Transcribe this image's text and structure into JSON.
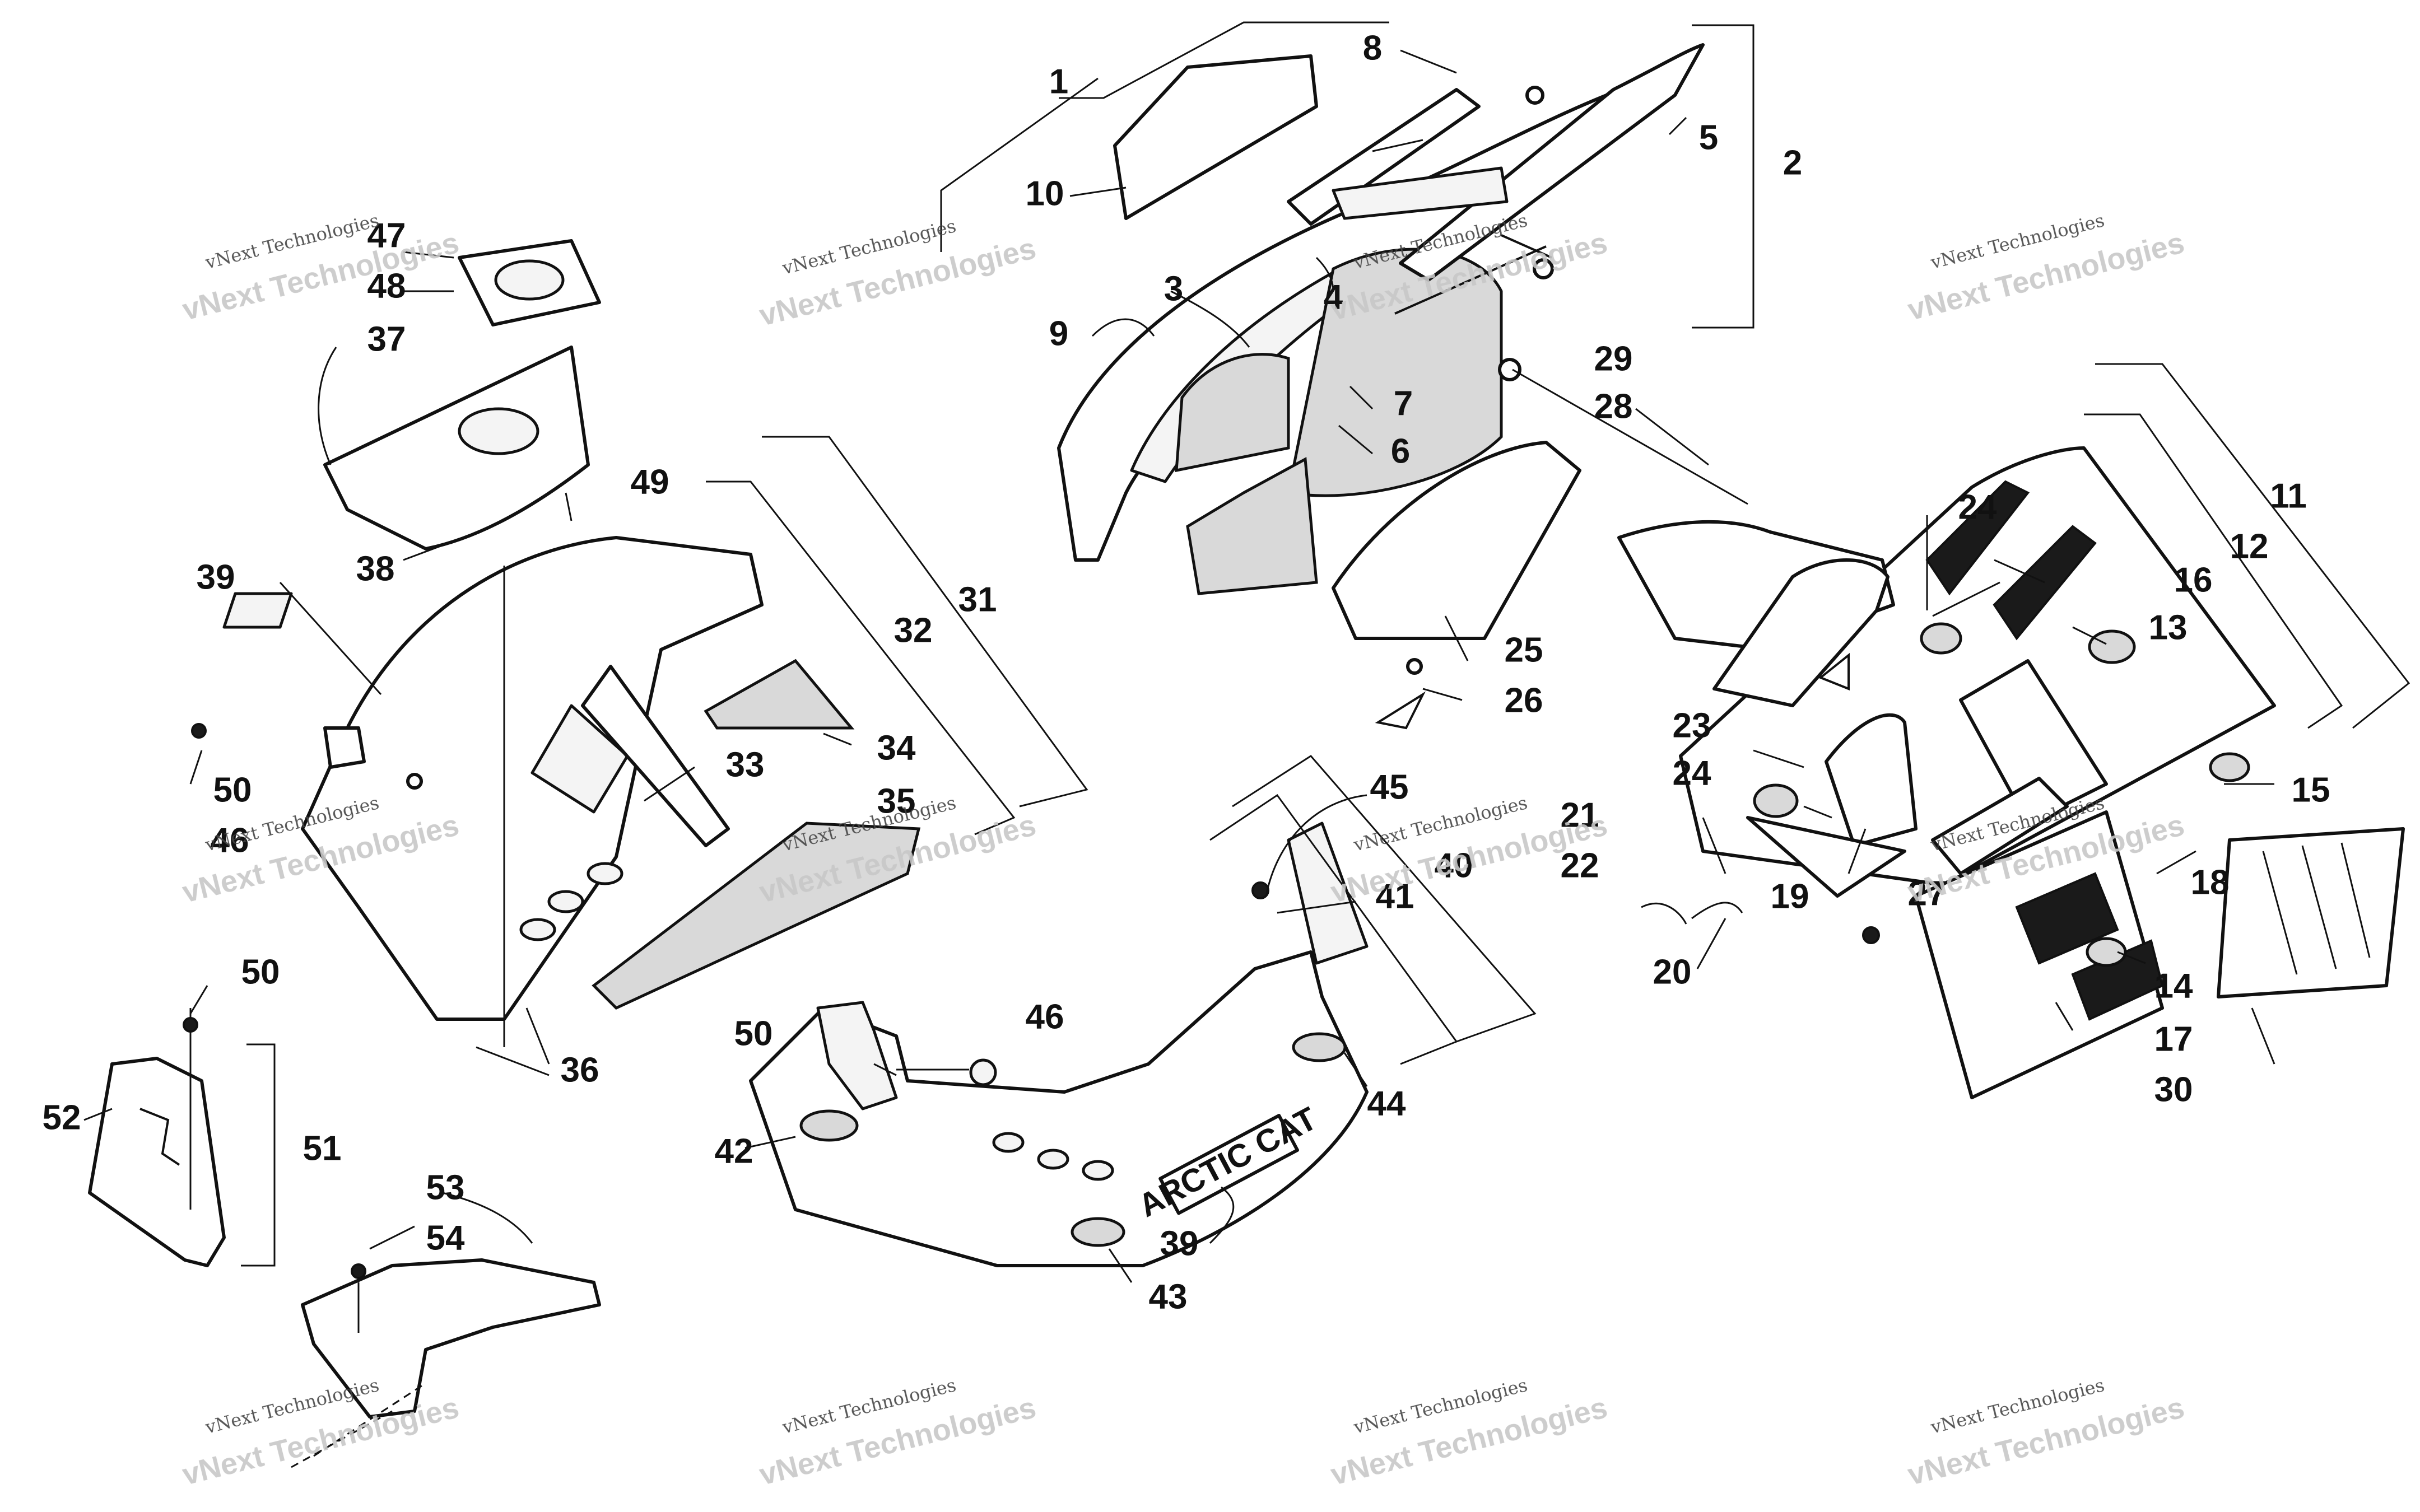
{
  "callouts": [
    "1",
    "2",
    "3",
    "4",
    "5",
    "6",
    "7",
    "8",
    "9",
    "10",
    "11",
    "12",
    "13",
    "14",
    "15",
    "16",
    "17",
    "18",
    "19",
    "20",
    "21",
    "22",
    "23",
    "24",
    "24",
    "25",
    "26",
    "27",
    "28",
    "29",
    "30",
    "31",
    "32",
    "33",
    "34",
    "35",
    "36",
    "37",
    "38",
    "39",
    "39",
    "40",
    "41",
    "42",
    "43",
    "44",
    "45",
    "46",
    "46",
    "47",
    "48",
    "49",
    "50",
    "50",
    "50",
    "51",
    "52",
    "53",
    "54"
  ],
  "watermark": {
    "line1": "vNext Technologies",
    "line2": "vNext Technologies"
  },
  "brand_label": "ARCTIC CAT",
  "colors": {
    "ink": "#111111",
    "paper": "#ffffff",
    "watermark": "#c8c8c8"
  }
}
